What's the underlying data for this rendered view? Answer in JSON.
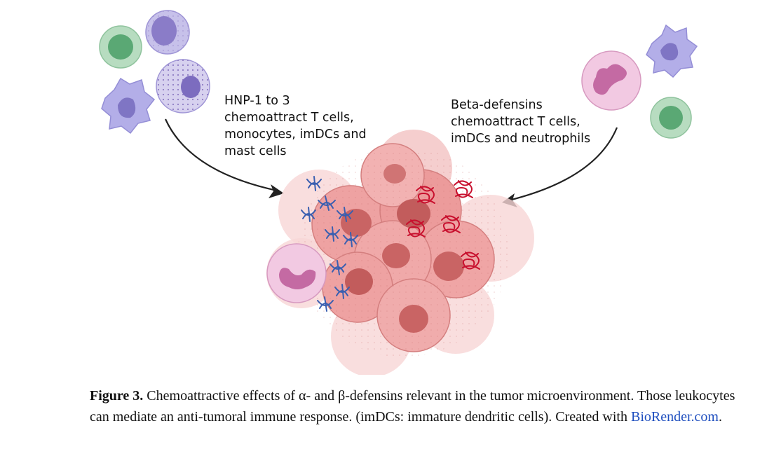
{
  "labels": {
    "left": "HNP-1 to 3\nchemoattract T cells,\nmonocytes, imDCs and\nmast cells",
    "right": "Beta-defensins\nchemoattract T cells,\nimDCs and neutrophils"
  },
  "caption": {
    "figure_label": "Figure 3.",
    "text_1": " Chemoattractive effects of α- and β-defensins relevant in the tumor microenvironment. Those leukocytes can mediate an anti-tumoral immune response. (imDCs: immature dendritic cells). Created with ",
    "link_text": "BioRender.com",
    "text_2": "."
  },
  "colors": {
    "alpha_defensin": "#3a5fb0",
    "beta_defensin": "#c8102e",
    "tumor": "#e88e8e",
    "link": "#1f4fbf"
  }
}
